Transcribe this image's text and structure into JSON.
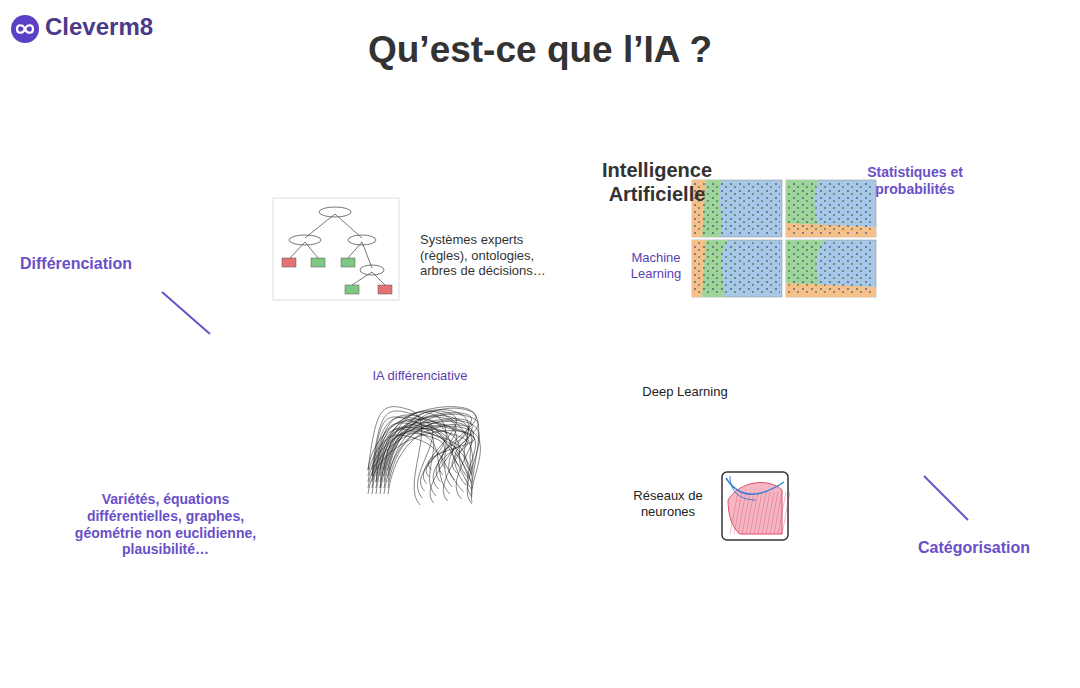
{
  "diagram": {
    "title": "Qu’est-ce que l’IA ?",
    "nodes": [
      {
        "text": [
          "Intelligence Artificielle",
          "Systèmes experts (règles), ontologies, arbres de décisions…"
        ]
      },
      {
        "text": [
          "Machine Learning",
          "Statistiques et probabilités"
        ]
      },
      {
        "text": [
          "IA différenciative",
          "Variétés, équations différentielles, graphes, géométrie non euclidienne, plausibilité…"
        ]
      },
      {
        "text": [
          "Réseaux de neurones"
        ],
        "in": 1
      },
      {
        "text": [
          "Deep Learning"
        ],
        "in": 3
      }
    ],
    "labels": [
      "Cleverm8",
      "Différenciation",
      "Catégorisation"
    ]
  }
}
